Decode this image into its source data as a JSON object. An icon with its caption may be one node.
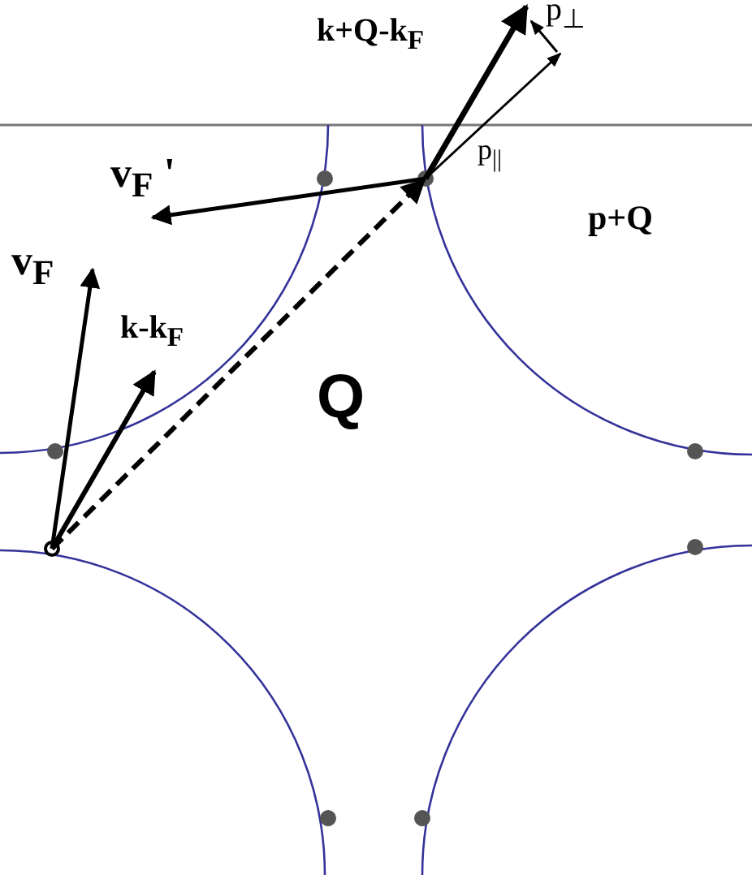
{
  "diagram": {
    "labels": [
      "k+Q-k$_{F}$",
      "p$_{⊥}$",
      "p$_{||}$",
      "v$_{F}$ '",
      "p+Q",
      "v$_{F}$",
      "k-k$_{F}$",
      "Q"
    ]
  }
}
